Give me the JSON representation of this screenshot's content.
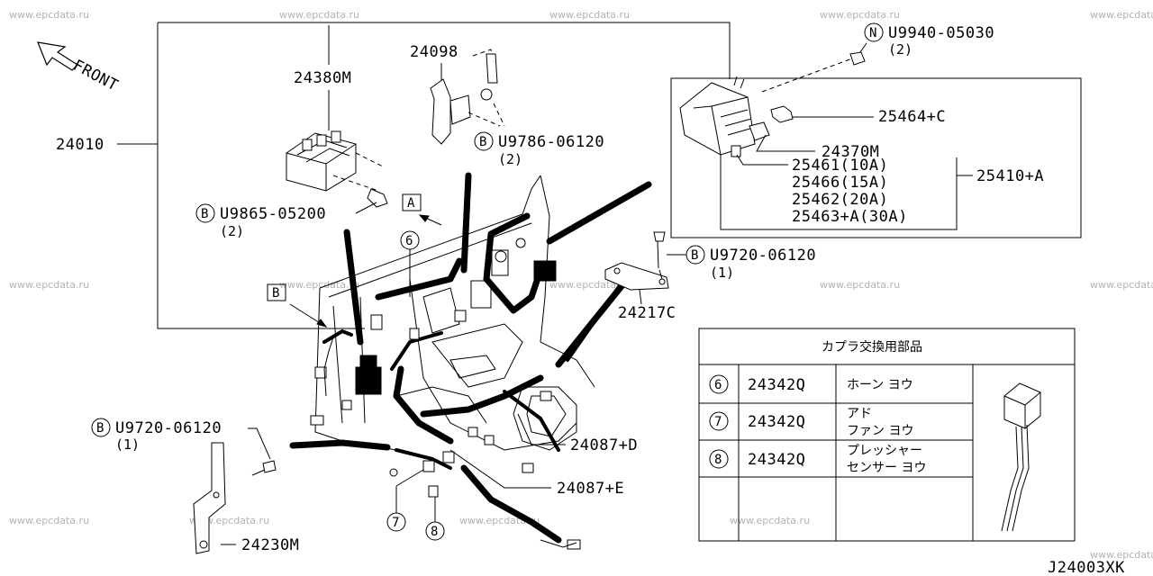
{
  "watermark": "www.epcdata.ru",
  "direction_label": "FRONT",
  "drawing_code": "J24003XK",
  "parts": {
    "p24010": "24010",
    "p24380M": "24380M",
    "p24098": "24098",
    "u9786": "U9786-06120",
    "u9786_qty": "(2)",
    "u9865": "U9865-05200",
    "u9865_qty": "(2)",
    "u9940": "U9940-05030",
    "u9940_qty": "(2)",
    "p25464C": "25464+C",
    "p24370M": "24370M",
    "p25461": "25461(10A)",
    "p25466": "25466(15A)",
    "p25462": "25462(20A)",
    "p25463A": "25463+A(30A)",
    "p25410A": "25410+A",
    "u9720_right": "U9720-06120",
    "u9720_right_qty": "(1)",
    "p24217C": "24217C",
    "u9720_left": "U9720-06120",
    "u9720_left_qty": "(1)",
    "p24087D": "24087+D",
    "p24087E": "24087+E",
    "p24230M": "24230M"
  },
  "prefix_letters": {
    "bolt": "B",
    "nut": "N"
  },
  "view_markers": {
    "a": "A",
    "b": "B"
  },
  "callouts": {
    "c6": "6",
    "c7": "7",
    "c8": "8"
  },
  "table": {
    "title": "カプラ交換用部品",
    "rows": [
      {
        "num": "6",
        "part": "24342Q",
        "desc1": "ホーン ヨウ",
        "desc2": ""
      },
      {
        "num": "7",
        "part": "24342Q",
        "desc1": "アド",
        "desc2": "ファン ヨウ"
      },
      {
        "num": "8",
        "part": "24342Q",
        "desc1": "プレッシャー",
        "desc2": "センサー ヨウ"
      }
    ]
  }
}
